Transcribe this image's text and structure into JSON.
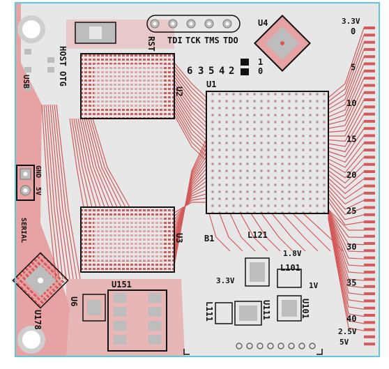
{
  "board": {
    "colors": {
      "background": "#e7e7e7",
      "trace": "#d25a5a",
      "pour": "#e7a3a3",
      "pad": "#bdbdbd",
      "silk": "#111111",
      "outline": "#5ec8d6",
      "via": "#ffffff"
    }
  },
  "labels": {
    "jtag": [
      "TDI",
      "TCK",
      "TMS",
      "TDO"
    ],
    "jtag_numbers": [
      "6",
      "3",
      "5",
      "4",
      "2"
    ],
    "jtag_extra": [
      "1",
      "0"
    ],
    "rst": "RST",
    "host": "HOST",
    "otg": "OTG",
    "usb": "USB",
    "u2": "U2",
    "u1": "U1",
    "u4": "U4",
    "u3": "U3",
    "u151": "U151",
    "u6": "U6",
    "u178": "U178",
    "u111": "U111",
    "u101": "U101",
    "l121": "L121",
    "l111": "L111",
    "l101": "L101",
    "b1": "B1",
    "gnd": "GND",
    "fivev_left": "5V",
    "serial": "SERIAL",
    "v18": "1.8V",
    "v33": "3.3V",
    "v1": "1V",
    "v33_top": "3.3V",
    "v25": "2.5V",
    "v5": "5V"
  },
  "pin_numbers": [
    "0",
    "5",
    "10",
    "15",
    "20",
    "25",
    "30",
    "35",
    "40"
  ]
}
